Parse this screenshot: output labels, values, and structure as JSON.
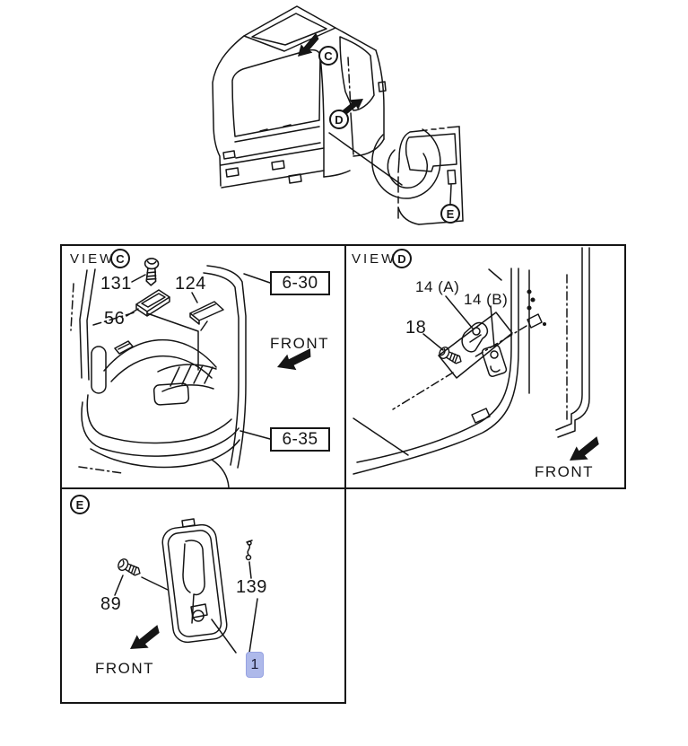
{
  "figure": {
    "overview": {
      "marker_c": "C",
      "marker_d": "D",
      "marker_e": "E"
    },
    "panel_view_c": {
      "title": "VIEW",
      "marker": "C",
      "callouts": {
        "part_131": "131",
        "part_124": "124",
        "part_56": "56"
      },
      "refs": {
        "ref_top": "6-30",
        "ref_bottom": "6-35"
      },
      "front": "FRONT"
    },
    "panel_view_d": {
      "title": "VIEW",
      "marker": "D",
      "callouts": {
        "part_14a": "14 (A)",
        "part_14b": "14 (B)",
        "part_18": "18"
      },
      "front": "FRONT"
    },
    "panel_e": {
      "marker": "E",
      "callouts": {
        "part_89": "89",
        "part_139": "139",
        "part_1": "1"
      },
      "front": "FRONT",
      "highlight_color": "#aeb9ea"
    }
  }
}
